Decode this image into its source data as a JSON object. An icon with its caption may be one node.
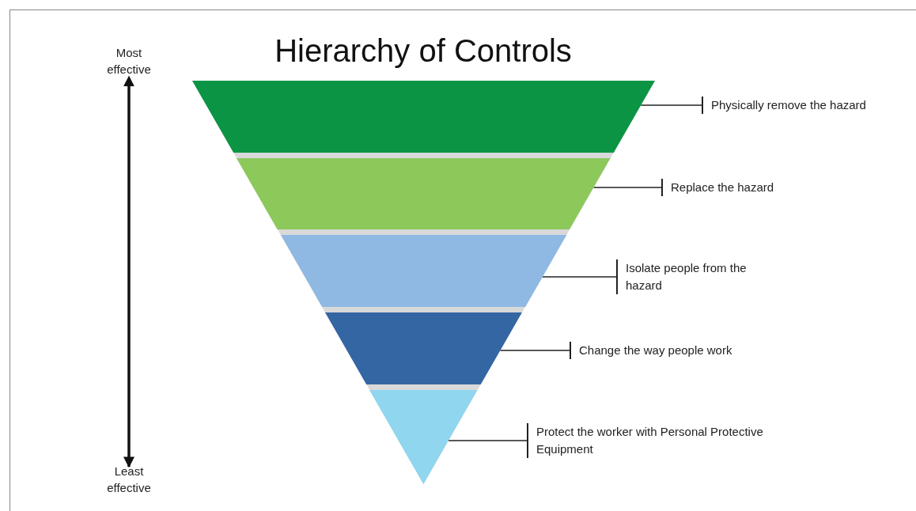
{
  "diagram": {
    "title": "Hierarchy of Controls",
    "nodes": [
      {
        "text": [],
        "shape": "trapezoid"
      },
      {
        "text": [],
        "shape": "trapezoid"
      },
      {
        "text": [],
        "shape": "trapezoid"
      },
      {
        "text": [],
        "shape": "trapezoid"
      },
      {
        "text": [],
        "shape": "triangle"
      },
      {
        "text": [
          "Physically remove the hazard"
        ]
      },
      {
        "text": [
          "Replace the hazard"
        ]
      },
      {
        "text": [
          "Isolate people from the hazard"
        ]
      },
      {
        "text": [
          "Change the way people work"
        ]
      },
      {
        "text": [
          "Protect the worker with Personal Protective Equipment"
        ]
      }
    ],
    "edges": [
      {
        "from": 5,
        "to": 0,
        "arrow": "none"
      },
      {
        "from": 6,
        "to": 1,
        "arrow": "none"
      },
      {
        "from": 7,
        "to": 2,
        "arrow": "none"
      },
      {
        "from": 8,
        "to": 3,
        "arrow": "none"
      },
      {
        "from": 9,
        "to": 4,
        "arrow": "none"
      }
    ],
    "labels": [
      "Most effective",
      "Least effective"
    ]
  }
}
